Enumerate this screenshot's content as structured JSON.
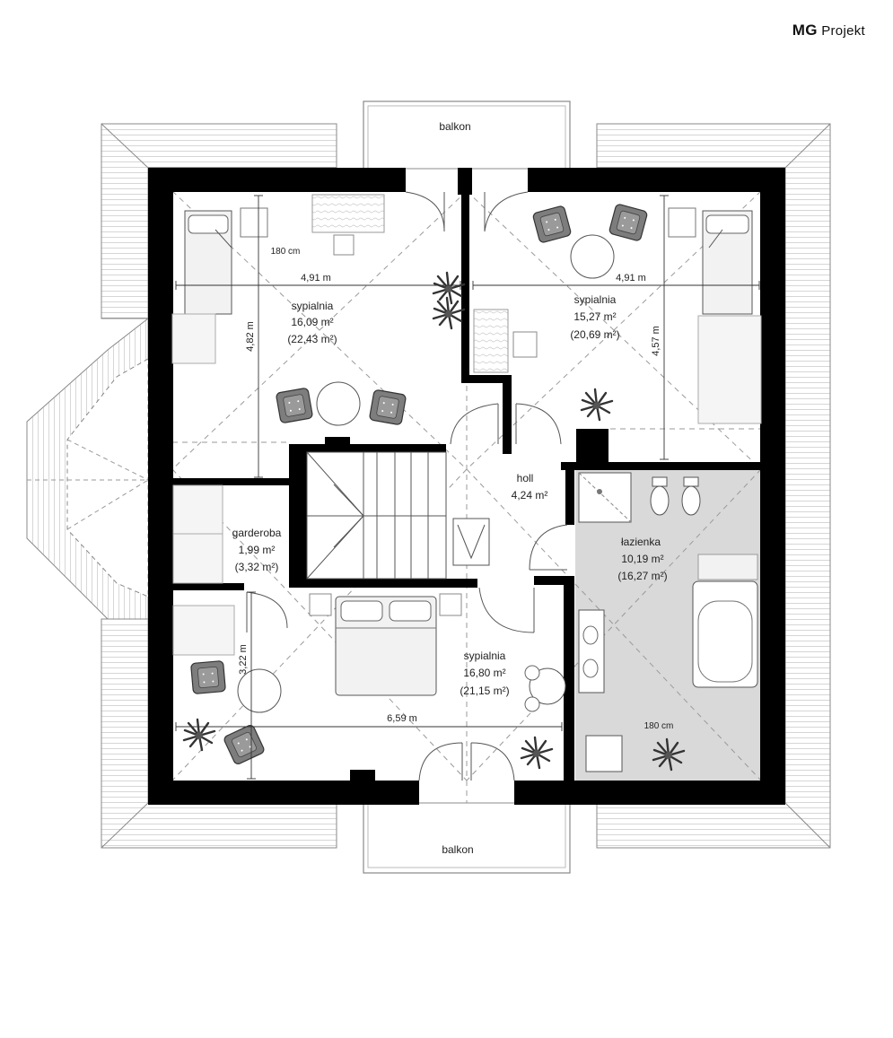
{
  "brand": {
    "mark": "MG",
    "name": "Projekt"
  },
  "balconies": {
    "top": "balkon",
    "bottom": "balkon"
  },
  "rooms": {
    "bedroom_nw": {
      "name": "sypialnia",
      "area": "16,09 m²",
      "gross": "(22,43 m²)",
      "width_dim": "4,91 m",
      "depth_dim": "4,82 m",
      "bed_note": "180 cm"
    },
    "bedroom_ne": {
      "name": "sypialnia",
      "area": "15,27 m²",
      "gross": "(20,69 m²)",
      "width_dim": "4,91 m",
      "depth_dim": "4,57 m"
    },
    "hall": {
      "name": "holl",
      "area": "4,24 m²"
    },
    "wardrobe": {
      "name": "garderoba",
      "area": "1,99 m²",
      "gross": "(3,32 m²)"
    },
    "bathroom": {
      "name": "łazienka",
      "area": "10,19 m²",
      "gross": "(16,27 m²)",
      "note": "180 cm"
    },
    "bedroom_s": {
      "name": "sypialnia",
      "area": "16,80 m²",
      "gross": "(21,15 m²)",
      "width_dim": "6,59 m",
      "depth_dim": "3,22 m"
    }
  },
  "colors": {
    "wall": "#000000",
    "bath_fill": "#d9d9d9",
    "furniture_fill": "#f2f2f2",
    "chair_fill": "#7d7d7d"
  }
}
